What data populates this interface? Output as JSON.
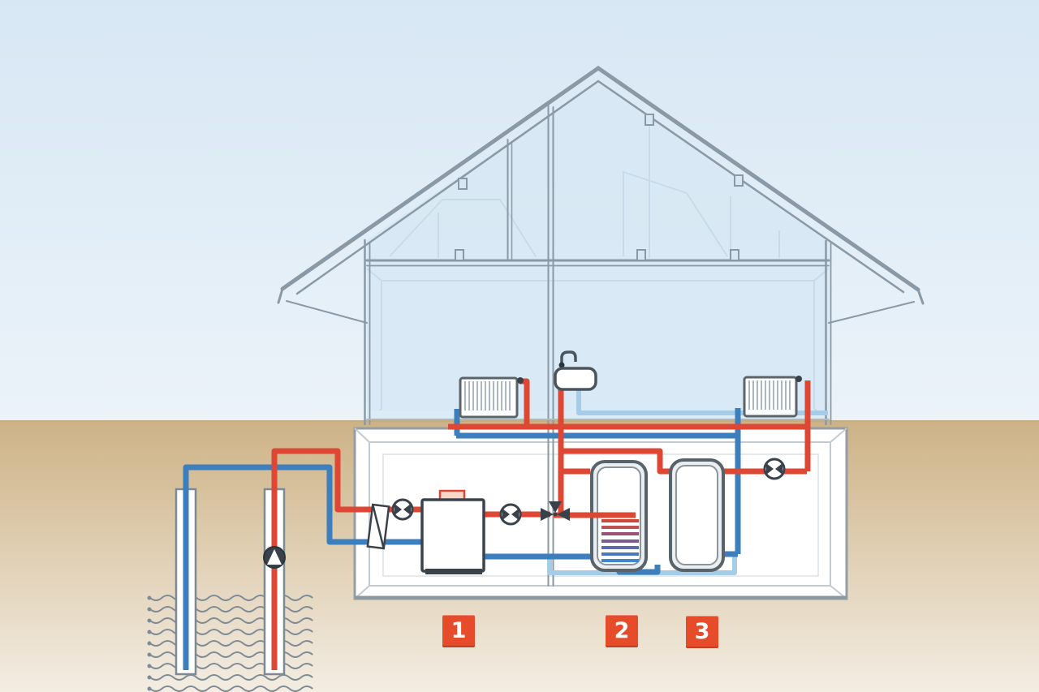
{
  "diagram": {
    "description_labels": [
      {
        "text": "1"
      },
      {
        "text": "2"
      },
      {
        "text": "3"
      }
    ]
  },
  "colors": {
    "sky_top": "#d7e7f4",
    "sky_bottom": "#ebf3f9",
    "ground_top": "#cdb286",
    "ground_bottom": "#f3ede2",
    "horizon_line": "#c0ab82",
    "house_fill": "#d7e8f4",
    "structure": "#8a99a6",
    "faint_line": "#c0d6e7",
    "basement_border": "#939ea6",
    "basement_inner": "#c3cbd1",
    "hot_pipe": "#dd4733",
    "cold_pipe": "#3d7ebd",
    "cold_light": "#a6cde8",
    "component_dark": "#39424a",
    "water_line": "#7e8b95",
    "label_bg": "#e64b2a",
    "label_text": "#ffffff",
    "coil1": "#d0473a",
    "coil2": "#c24f52",
    "coil3": "#9a5377",
    "coil4": "#7d5c91",
    "coil5": "#5e6aaa",
    "coil6": "#4b79bd",
    "coil7": "#3f86cc"
  }
}
